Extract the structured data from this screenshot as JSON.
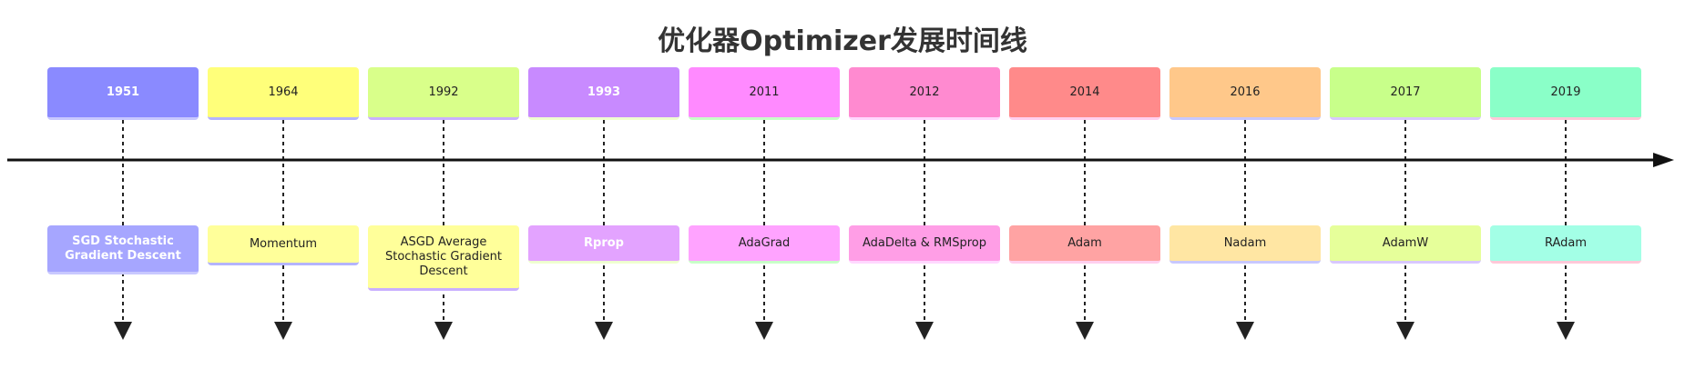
{
  "title": "优化器Optimizer发展时间线",
  "colors": {
    "axis": "#111111",
    "connector": "#222222"
  },
  "periods": [
    {
      "year": "1951",
      "event": "SGD Stochastic Gradient Descent",
      "year_bg": "#8a8aff",
      "event_bg": "#a6a6ff",
      "year_text": "#ffffff",
      "event_text": "#ffffff",
      "underline": "#c8c8ff",
      "bold": true
    },
    {
      "year": "1964",
      "event": "Momentum",
      "year_bg": "#ffff7a",
      "event_bg": "#ffff9a",
      "year_text": "#222222",
      "event_text": "#222222",
      "underline": "#b4b4ff",
      "bold": false
    },
    {
      "year": "1992",
      "event": "ASGD Average Stochastic Gradient Descent",
      "year_bg": "#d9ff8a",
      "event_bg": "#ffff9a",
      "year_text": "#222222",
      "event_text": "#222222",
      "underline": "#c9b0ff",
      "bold": false
    },
    {
      "year": "1993",
      "event": "Rprop",
      "year_bg": "#c88aff",
      "event_bg": "#e3a3ff",
      "year_text": "#ffffff",
      "event_text": "#ffffff",
      "underline": "#efffd0",
      "bold": true
    },
    {
      "year": "2011",
      "event": "AdaGrad",
      "year_bg": "#ff8aff",
      "event_bg": "#ffa3ff",
      "year_text": "#222222",
      "event_text": "#222222",
      "underline": "#c8ffc8",
      "bold": false
    },
    {
      "year": "2012",
      "event": "AdaDelta & RMSprop",
      "year_bg": "#ff8ad0",
      "event_bg": "#ff9ee6",
      "year_text": "#222222",
      "event_text": "#222222",
      "underline": "#ffd8ff",
      "bold": false
    },
    {
      "year": "2014",
      "event": "Adam",
      "year_bg": "#ff8a8a",
      "event_bg": "#ffa3a3",
      "year_text": "#222222",
      "event_text": "#222222",
      "underline": "#ffd0ef",
      "bold": false
    },
    {
      "year": "2016",
      "event": "Nadam",
      "year_bg": "#ffc88a",
      "event_bg": "#ffe6a3",
      "year_text": "#222222",
      "event_text": "#222222",
      "underline": "#c8c8ff",
      "bold": false
    },
    {
      "year": "2017",
      "event": "AdamW",
      "year_bg": "#c8ff8a",
      "event_bg": "#e6ff9a",
      "year_text": "#222222",
      "event_text": "#222222",
      "underline": "#d8c8ff",
      "bold": false
    },
    {
      "year": "2019",
      "event": "RAdam",
      "year_bg": "#8affc8",
      "event_bg": "#a3ffe6",
      "year_text": "#222222",
      "event_text": "#222222",
      "underline": "#ffc8d8",
      "bold": false
    }
  ]
}
